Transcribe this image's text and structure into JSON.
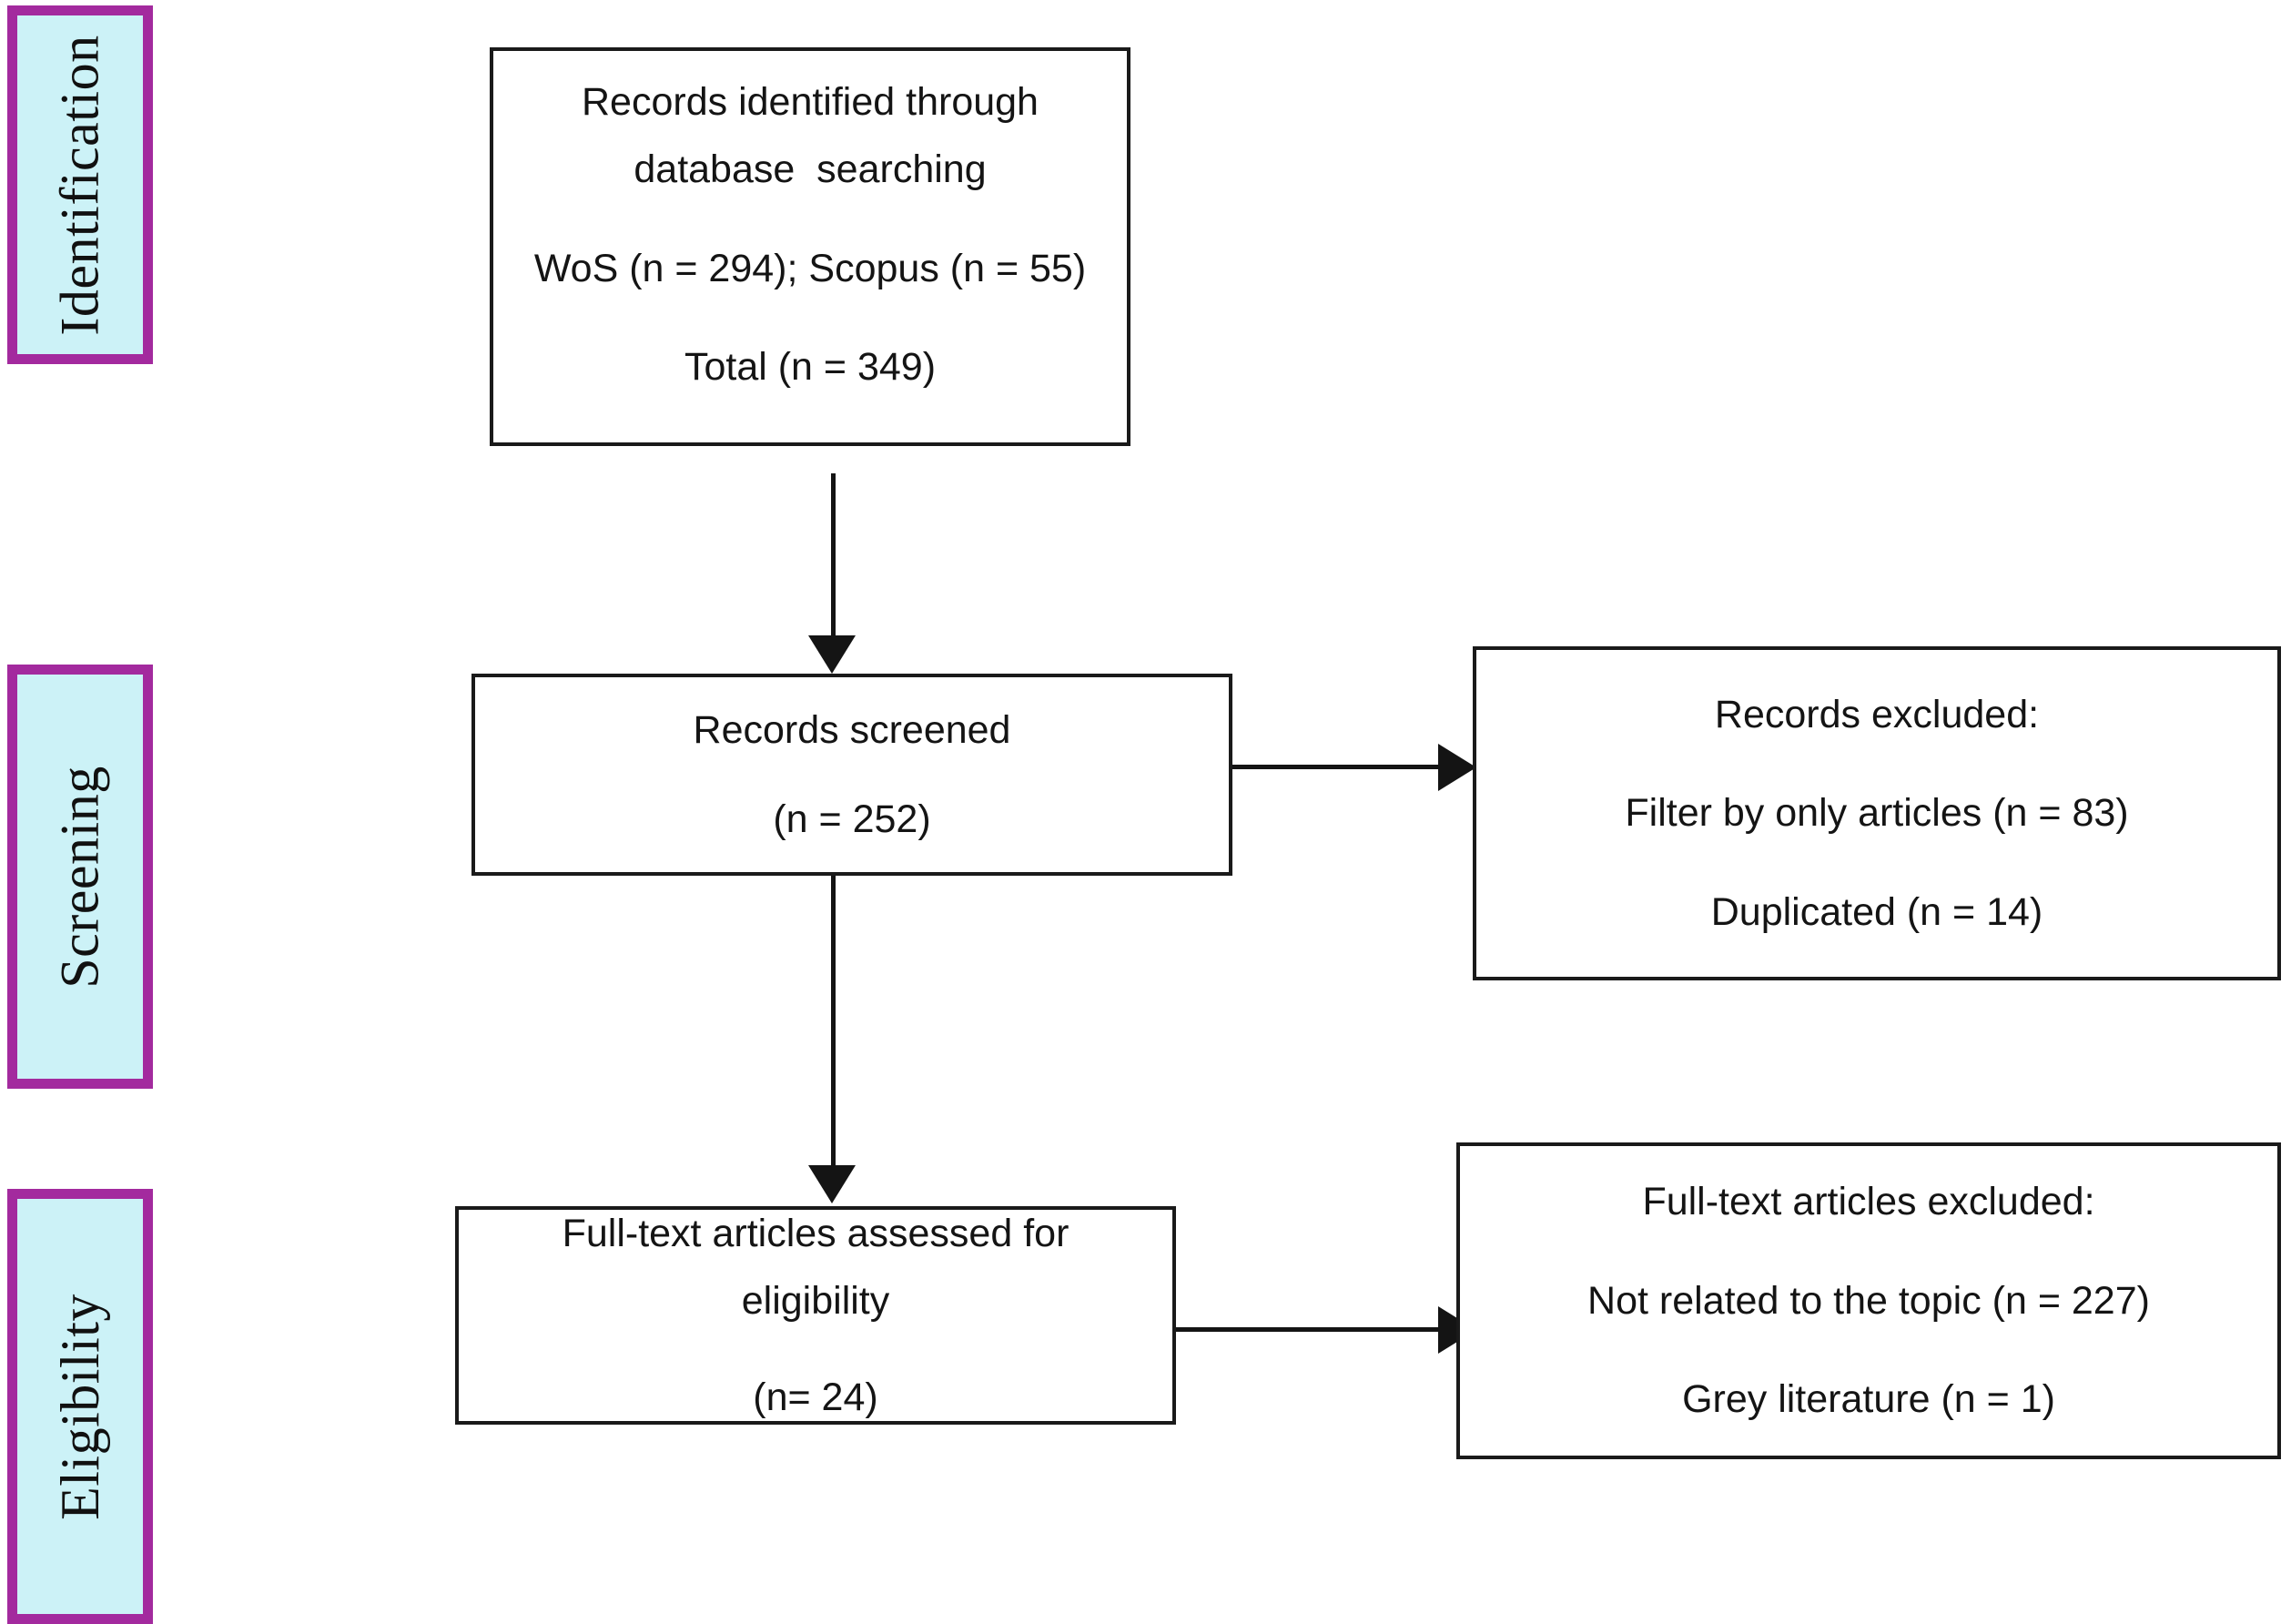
{
  "diagram": {
    "title": "PRISMA flow diagram",
    "type": "prisma-flow-diagram",
    "colors": {
      "stage_fill": "#CCF2F7",
      "stage_border": "#A32A9E",
      "box_border": "#1a1a1a",
      "text": "#141414",
      "background": "#ffffff"
    }
  },
  "stages": [
    {
      "id": "identification",
      "label": "Identification"
    },
    {
      "id": "screening",
      "label": "Screening"
    },
    {
      "id": "eligibility",
      "label": "Eligibility"
    }
  ],
  "boxes": {
    "identified": {
      "lines": [
        "Records identified through",
        "database  searching",
        "WoS (n = 294); Scopus (n = 55)",
        "Total (n = 349)"
      ]
    },
    "screened": {
      "lines": [
        "Records screened",
        "(n = 252)"
      ]
    },
    "records_excluded": {
      "lines": [
        "Records excluded:",
        "Filter by only articles (n = 83)",
        "Duplicated (n = 14)"
      ]
    },
    "fulltext_assessed": {
      "lines": [
        "Full-text articles assessed for",
        "eligibility",
        "(n= 24)"
      ]
    },
    "fulltext_excluded": {
      "lines": [
        "Full-text articles excluded:",
        "Not related to the topic (n = 227)",
        "Grey literature (n = 1)"
      ]
    }
  },
  "chart_data": {
    "type": "diagram",
    "title": "PRISMA flow diagram",
    "nodes": [
      {
        "id": "identified",
        "stage": "Identification",
        "label": "Records identified through database searching",
        "wos": 294,
        "scopus": 55,
        "total": 349
      },
      {
        "id": "screened",
        "stage": "Screening",
        "label": "Records screened",
        "n": 252
      },
      {
        "id": "records_excluded",
        "stage": "Screening",
        "label": "Records excluded",
        "filter_by_only_articles": 83,
        "duplicated": 14
      },
      {
        "id": "fulltext_assessed",
        "stage": "Eligibility",
        "label": "Full-text articles assessed for eligibility",
        "n": 24
      },
      {
        "id": "fulltext_excluded",
        "stage": "Eligibility",
        "label": "Full-text articles excluded",
        "not_related_to_topic": 227,
        "grey_literature": 1
      }
    ],
    "edges": [
      {
        "from": "identified",
        "to": "screened",
        "direction": "down"
      },
      {
        "from": "screened",
        "to": "records_excluded",
        "direction": "right"
      },
      {
        "from": "screened",
        "to": "fulltext_assessed",
        "direction": "down"
      },
      {
        "from": "fulltext_assessed",
        "to": "fulltext_excluded",
        "direction": "right"
      }
    ]
  }
}
